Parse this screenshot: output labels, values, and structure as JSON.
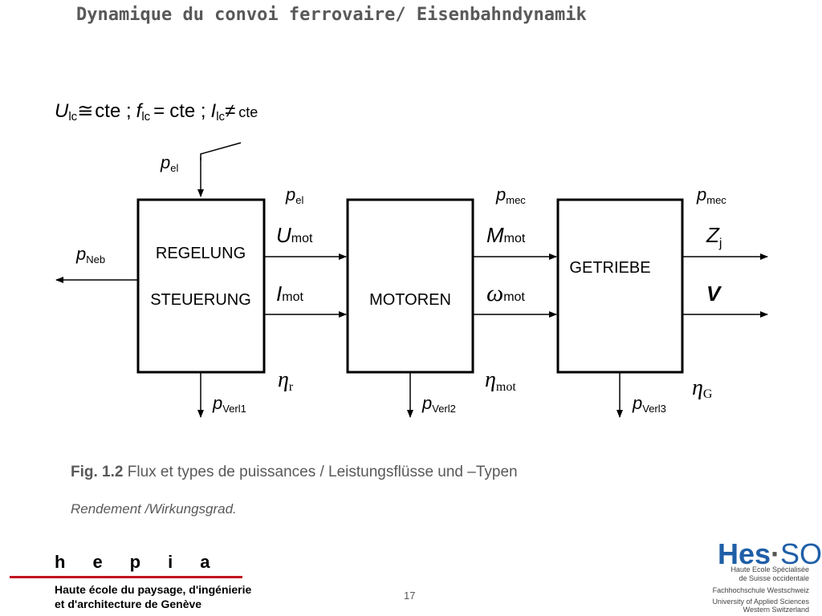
{
  "title": "Dynamique du convoi ferrovaire/ Eisenbahndynamik",
  "diagram": {
    "condition": {
      "U": "U",
      "U_sub": "lc",
      "approx": "≅",
      "cte1": "cte ;",
      "f": "f",
      "f_sub": "lc",
      "eq": "=",
      "cte2": "cte ;",
      "I": "I",
      "I_sub": "lc",
      "neq": "≠",
      "cte3": "cte"
    },
    "blocks": {
      "regelung_line1": "REGELUNG",
      "regelung_line2": "STEUERUNG",
      "motoren": "MOTOREN",
      "getriebe": "GETRIEBE"
    },
    "labels": {
      "p_el_in": {
        "main": "p",
        "sub": "el"
      },
      "p_neb": {
        "main": "p",
        "sub": "Neb"
      },
      "p_el": {
        "main": "p",
        "sub": "el"
      },
      "u_mot": {
        "main": "U",
        "sub": "mot"
      },
      "i_mot": {
        "main": "I",
        "sub": "mot"
      },
      "eta_r": {
        "main": "η",
        "sub": "r"
      },
      "p_verl1": {
        "main": "p",
        "sub": "Verl1"
      },
      "p_mec1": {
        "main": "p",
        "sub": "mec"
      },
      "m_mot": {
        "main": "M",
        "sub": "mot"
      },
      "omega_mot": {
        "main": "ω",
        "sub": "mot"
      },
      "eta_mot": {
        "main": "η",
        "sub": "mot"
      },
      "p_verl2": {
        "main": "p",
        "sub": "Verl2"
      },
      "p_mec2": {
        "main": "p",
        "sub": "mec"
      },
      "z_j": {
        "main": "Z",
        "sub": "j"
      },
      "v": {
        "main": "V"
      },
      "eta_g": {
        "main": "η",
        "sub": "G"
      },
      "p_verl3": {
        "main": "p",
        "sub": "Verl3"
      }
    }
  },
  "caption": {
    "fig_label": "Fig. 1.2",
    "text": " Flux et types de puissances / Leistungsflüsse und –Typen",
    "subtext": "Rendement /Wirkungsgrad."
  },
  "footer": {
    "hepia_logo": "hepia",
    "hepia_name_line1": "Haute école du paysage, d'ingénierie",
    "hepia_name_line2": "et d'architecture de Genève",
    "page_number": "17",
    "hes_logo_main": "Hes",
    "hes_logo_dot": "·",
    "hes_logo_so": "SO",
    "hes_lines": [
      "Haute Ecole Spécialisée",
      "de Suisse occidentale",
      "Fachhochschule Westschweiz",
      "University of Applied Sciences",
      "Western Switzerland"
    ]
  },
  "colors": {
    "title": "#595959",
    "hepia_red": "#c1121f",
    "hes_blue": "#1f5fa8"
  }
}
